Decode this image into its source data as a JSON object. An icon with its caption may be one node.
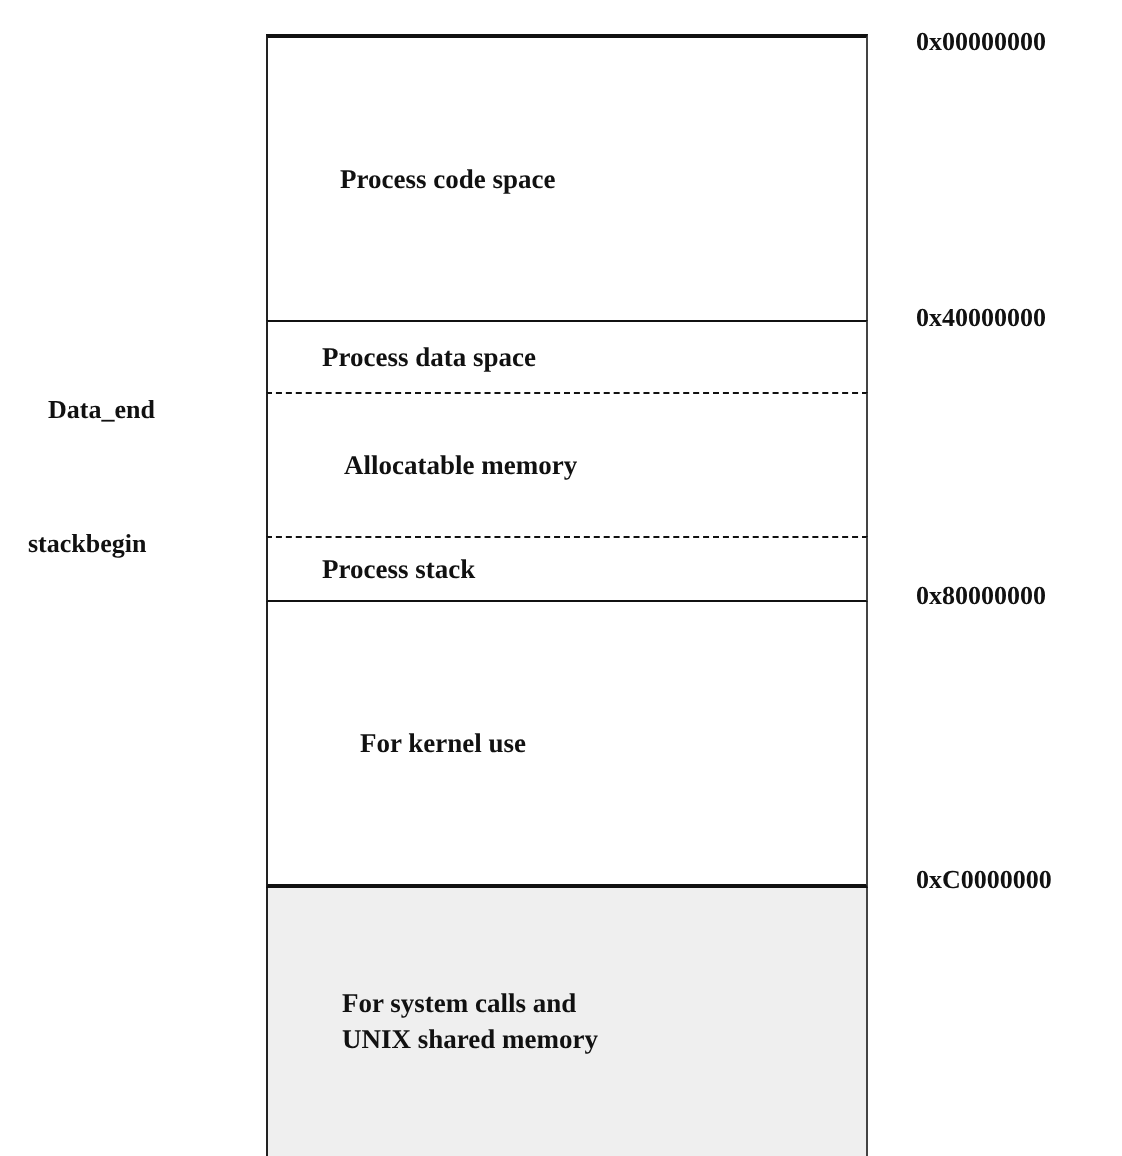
{
  "diagram": {
    "nodes": [
      {
        "text": [
          "Process code space"
        ]
      },
      {
        "text": [
          "Process data space"
        ]
      },
      {
        "text": [
          "Allocatable memory"
        ]
      },
      {
        "text": [
          "Process stack"
        ]
      },
      {
        "text": [
          "For kernel use"
        ]
      },
      {
        "text": [
          "For system calls and UNIX shared memory"
        ]
      }
    ],
    "labels": [
      "0x00000000",
      "0x40000000",
      "Data_end",
      "stackbegin",
      "0x80000000",
      "0xC0000000"
    ]
  }
}
